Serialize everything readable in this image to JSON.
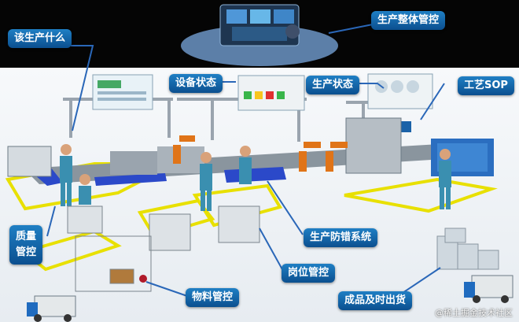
{
  "labels": {
    "what_to_produce": "该生产什么",
    "overall_control": "生产整体管控",
    "equipment_status": "设备状态",
    "production_status": "生产状态",
    "process_sop": "工艺SOP",
    "quality_control_line1": "质量",
    "quality_control_line2": "管控",
    "error_proofing": "生产防错系统",
    "station_control": "岗位管控",
    "material_control": "物料管控",
    "finished_goods": "成品及时出货"
  },
  "watermark": "@稀土掘金技术社区",
  "colors": {
    "label_top": "#1f7fc4",
    "label_bottom": "#0b4f8f",
    "highlight_zone": "#e8e000",
    "conveyor": "#2b49c9",
    "worker": "#3a8fb0"
  }
}
